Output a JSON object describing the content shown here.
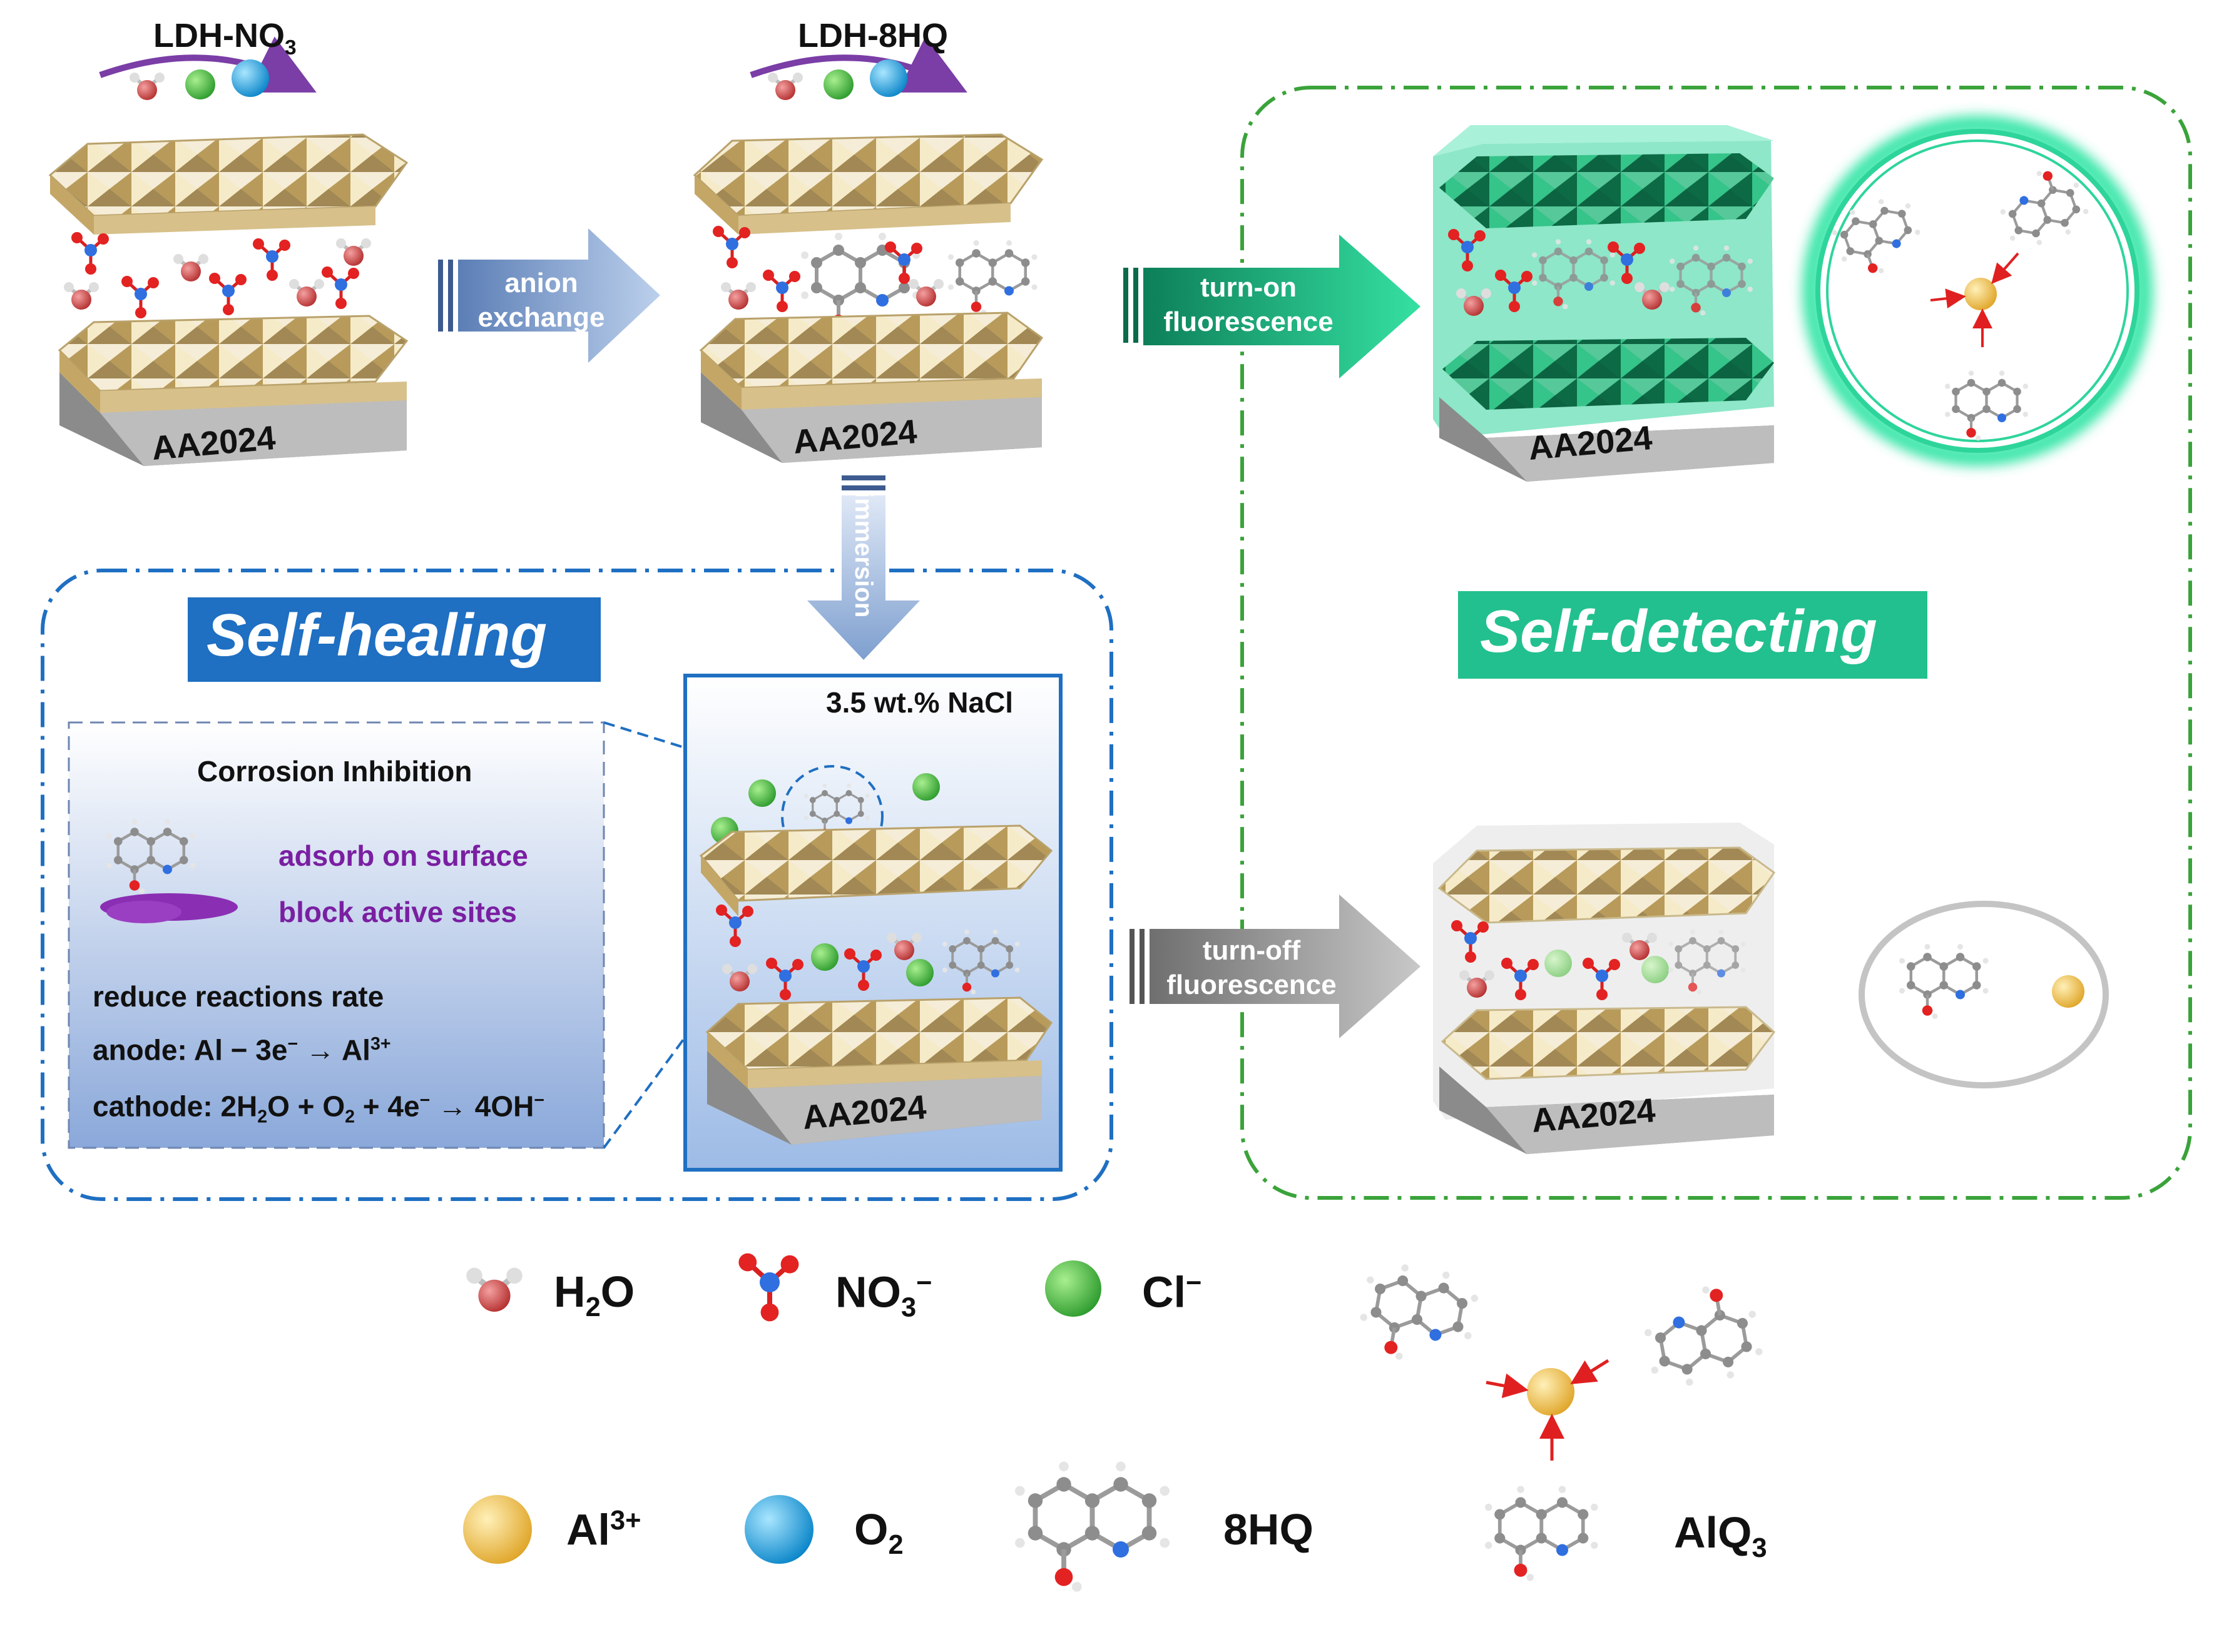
{
  "stage1": {
    "title": "LDH-NO",
    "title_sub": "3",
    "substrate": "AA2024"
  },
  "stage2": {
    "title": "LDH-8HQ",
    "substrate": "AA2024"
  },
  "arrow_anion": {
    "line1": "anion",
    "line2": "exchange"
  },
  "arrow_immersion": {
    "label": "immersion"
  },
  "arrow_turn_on": {
    "line1": "turn-on",
    "line2": "fluorescence"
  },
  "arrow_turn_off": {
    "line1": "turn-off",
    "line2": "fluorescence"
  },
  "self_healing": {
    "title": "Self-healing",
    "solution": "3.5 wt.% NaCl",
    "substrate": "AA2024",
    "box_title": "Corrosion Inhibition",
    "adsorb": "adsorb on surface",
    "block": "block active sites",
    "reduce": "reduce reactions rate",
    "anode_a": "anode: Al − 3e",
    "anode_sup": "−",
    "anode_b": " → Al",
    "anode_sup2": "3+",
    "cathode_a": "cathode: 2H",
    "cathode_sub1": "2",
    "cathode_b": "O + O",
    "cathode_sub2": "2",
    "cathode_c": " + 4e",
    "cathode_sup": "−",
    "cathode_d": " → 4OH",
    "cathode_sup2": "−"
  },
  "self_detecting": {
    "title": "Self-detecting",
    "substrate_on": "AA2024",
    "substrate_off": "AA2024"
  },
  "legend": {
    "h2o_a": "H",
    "h2o_sub": "2",
    "h2o_b": "O",
    "no3_a": "NO",
    "no3_sub": "3",
    "no3_sup": "−",
    "cl_a": "Cl",
    "cl_sup": "−",
    "al_a": "Al",
    "al_sup": "3+",
    "o2_a": "O",
    "o2_sub": "2",
    "hq": "8HQ",
    "alq_a": "AlQ",
    "alq_sub": "3"
  },
  "colors": {
    "healing_blue": "#1f6fc2",
    "detecting_green": "#22c08e",
    "dashdot_green": "#3aa33a",
    "chloride": "#3fb43f",
    "oxygen": "#17a9e6",
    "aluminium": "#f4c247",
    "water": "#d9534f",
    "nitrogen": "#2f6fe0",
    "inhibitor_purple": "#7a1fa2"
  }
}
